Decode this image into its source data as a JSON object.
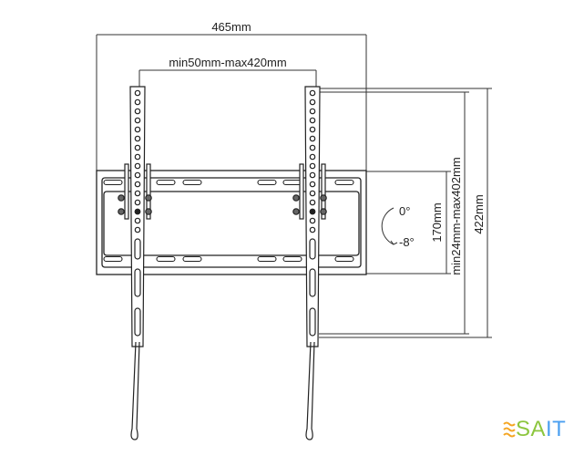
{
  "dimensions": {
    "overall_width": "465mm",
    "vesa_horizontal": "min50mm-max420mm",
    "overall_height": "422mm",
    "vesa_vertical": "min24mm-max402mm",
    "plate_height": "170mm",
    "tilt_top": "0°",
    "tilt_bottom": "-8°"
  },
  "logo": {
    "part1": "SA",
    "part2": "IT",
    "colors": {
      "wave": "#f5a623",
      "green": "#8dc63f",
      "blue": "#4a9ff0"
    }
  }
}
